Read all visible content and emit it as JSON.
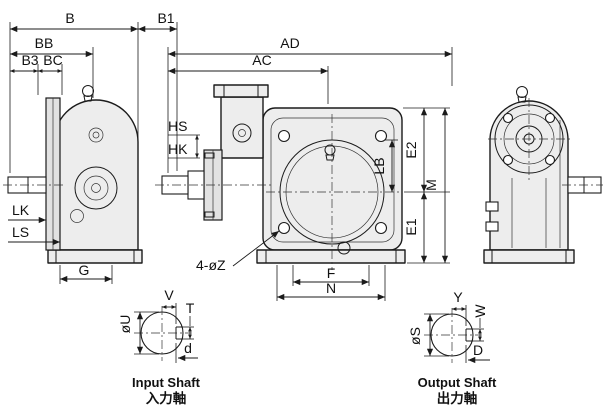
{
  "drawing": {
    "views": {
      "left": {
        "dims": {
          "b": "B",
          "b1": "B1",
          "bb": "BB",
          "b3": "B3",
          "bc": "BC",
          "lk": "LK",
          "ls": "LS",
          "g": "G"
        }
      },
      "front": {
        "dims": {
          "ad": "AD",
          "ac": "AC",
          "hs": "HS",
          "hk": "HK",
          "lb": "LB",
          "e2": "E2",
          "e1": "E1",
          "m": "M",
          "bolt_holes": "4-øZ",
          "f": "F",
          "n": "N"
        }
      }
    },
    "input_shaft": {
      "dims": {
        "u": "øU",
        "v": "V",
        "t": "T",
        "d": "d"
      },
      "label_en": "Input Shaft",
      "label_jp": "入力軸"
    },
    "output_shaft": {
      "dims": {
        "y": "Y",
        "w": "W",
        "s": "øS",
        "d": "D"
      },
      "label_en": "Output Shaft",
      "label_jp": "出力軸"
    },
    "colors": {
      "line": "#1b1b1b",
      "fill_light": "#ededed",
      "fill_mid": "#e2e2e2",
      "background": "#ffffff"
    }
  }
}
